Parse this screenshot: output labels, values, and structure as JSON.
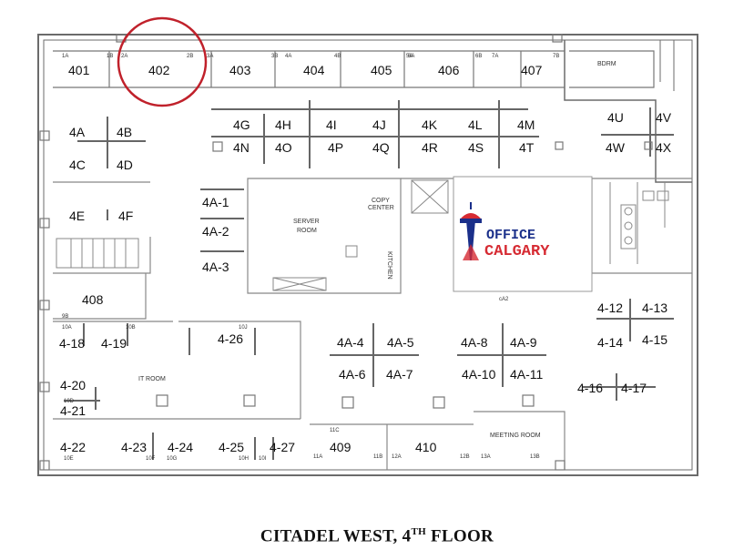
{
  "caption": {
    "prefix": "CITADEL WEST, 4",
    "sup": "TH",
    "suffix": " FLOOR"
  },
  "rooms": {
    "r401": "401",
    "r402": "402",
    "r403": "403",
    "r404": "404",
    "r405": "405",
    "r406": "406",
    "r407": "407",
    "r408": "408",
    "r409": "409",
    "r410": "410"
  },
  "room_names": {
    "bdrm": "BDRM",
    "server": "SERVER",
    "server2": "ROOM",
    "copy1": "COPY",
    "copy2": "CENTER",
    "kitchen": "KITCHEN",
    "itroom": "IT ROOM",
    "meeting": "MEETING ROOM"
  },
  "desks": {
    "d4G": "4G",
    "d4H": "4H",
    "d4I": "4I",
    "d4J": "4J",
    "d4K": "4K",
    "d4L": "4L",
    "d4M": "4M",
    "d4N": "4N",
    "d4O": "4O",
    "d4P": "4P",
    "d4Q": "4Q",
    "d4R": "4R",
    "d4S": "4S",
    "d4T": "4T",
    "d4A": "4A",
    "d4B": "4B",
    "d4C": "4C",
    "d4D": "4D",
    "d4E": "4E",
    "d4F": "4F",
    "d4U": "4U",
    "d4V": "4V",
    "d4W": "4W",
    "d4X": "4X",
    "d4A1": "4A-1",
    "d4A2": "4A-2",
    "d4A3": "4A-3",
    "d4A4": "4A-4",
    "d4A5": "4A-5",
    "d4A6": "4A-6",
    "d4A7": "4A-7",
    "d4A8": "4A-8",
    "d4A9": "4A-9",
    "d4A10": "4A-10",
    "d4A11": "4A-11",
    "d412": "4-12",
    "d413": "4-13",
    "d414": "4-14",
    "d415": "4-15",
    "d416": "4-16",
    "d417": "4-17",
    "d418": "4-18",
    "d419": "4-19",
    "d420": "4-20",
    "d421": "4-21",
    "d422": "4-22",
    "d423": "4-23",
    "d424": "4-24",
    "d425": "4-25",
    "d426": "4-26",
    "d427": "4-27"
  },
  "door_codes": {
    "c1A": "1A",
    "c1B": "1B",
    "c2A": "2A",
    "c2B": "2B",
    "c3A": "3A",
    "c3B": "3B",
    "c4A": "4A",
    "c4B": "4B",
    "c5A": "5A",
    "c6A": "6A",
    "c6B": "6B",
    "c7A": "7A",
    "c7B": "7B",
    "c9B": "9B",
    "c10A": "10A",
    "c10B": "10B",
    "c10J": "10J",
    "c10D": "10D",
    "c10E": "10E",
    "c10F": "10F",
    "c10G": "10G",
    "c10H": "10H",
    "c10I": "10I",
    "c11A": "11A",
    "c11B": "11B",
    "c11C": "11C",
    "c12A": "12A",
    "c12B": "12B",
    "c13A": "13A",
    "c13B": "13B",
    "cA2": "cA2"
  },
  "logo": {
    "line1": "OFFICE",
    "line2": "CALGARY"
  },
  "colors": {
    "highlight": "#c0212b",
    "logo_blue": "#1a2f8a",
    "logo_red": "#d62b33",
    "wall": "#6b6b6b"
  }
}
